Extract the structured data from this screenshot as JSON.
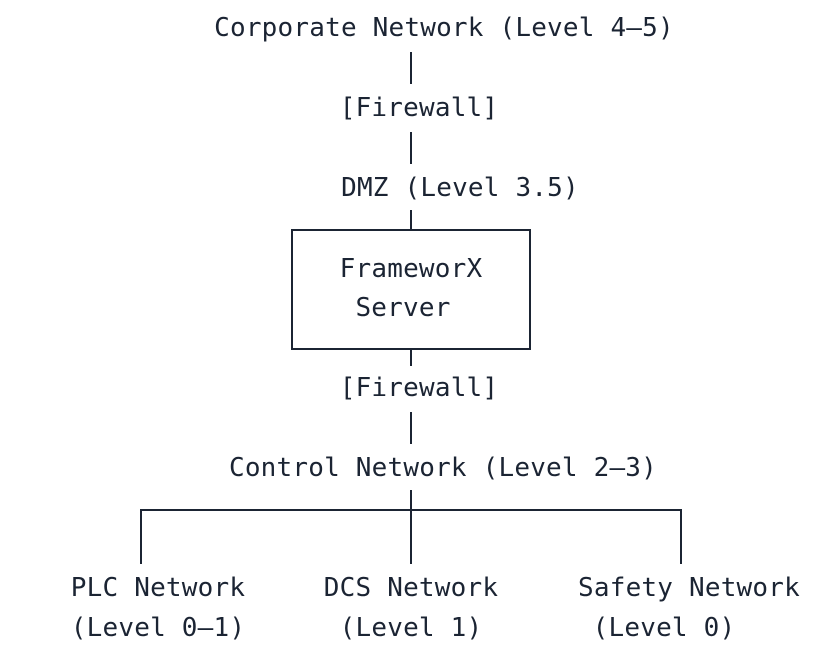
{
  "diagram": {
    "corporate": "Corporate Network (Level 4–5)",
    "firewall_top": "[Firewall]",
    "dmz": "DMZ (Level 3.5)",
    "server_line1": "FrameworX",
    "server_line2": "Server",
    "firewall_bottom": "[Firewall]",
    "control": "Control Network (Level 2–3)",
    "plc_name": "PLC Network",
    "plc_level": "(Level 0–1)",
    "dcs_name": "DCS Network",
    "dcs_level": "(Level 1)",
    "safety_name": "Safety Network",
    "safety_level": "(Level 0)"
  }
}
